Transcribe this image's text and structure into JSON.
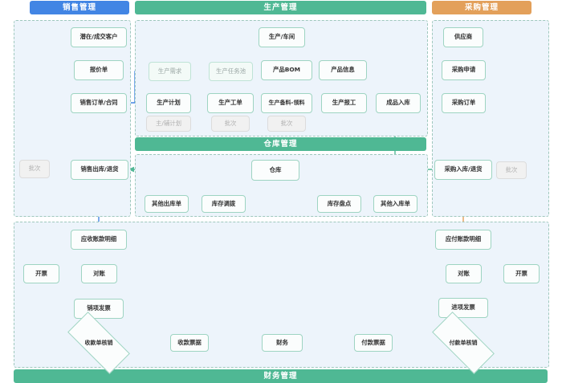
{
  "headers": {
    "sales": "销售管理",
    "production": "生产管理",
    "purchase": "采购管理",
    "warehouse": "仓库管理",
    "finance": "财务管理"
  },
  "sales": {
    "customer": "潜在/成交客户",
    "quotation": "报价单",
    "order": "销售订单/合同",
    "outbound": "销售出库/退货",
    "batch": "批次"
  },
  "production": {
    "workshop": "生产/车间",
    "bom": "产品BOM",
    "product_info": "产品信息",
    "demand": "生产需求",
    "task_pool": "生产任务池",
    "plan": "生产计划",
    "plan_sub": "主/辅计划",
    "work_order": "生产工单",
    "work_order_sub": "批次",
    "material": "生产备料-领料",
    "material_sub": "批次",
    "report": "生产报工",
    "finished": "成品入库"
  },
  "purchase": {
    "supplier": "供应商",
    "requisition": "采购申请",
    "order": "采购订单",
    "inbound": "采购入库/退货",
    "batch": "批次"
  },
  "warehouse": {
    "store": "仓库",
    "other_out": "其他出库单",
    "transfer": "库存调拨",
    "stocktake": "库存盘点",
    "other_in": "其他入库单"
  },
  "finance": {
    "receivable_detail": "应收账款明细",
    "recon_left": "对账",
    "invoice_left": "开票",
    "output_invoice": "销项发票",
    "receipt_writeoff": "收款单核销",
    "receipt_voucher": "收款票据",
    "center": "财务",
    "payment_voucher": "付款票据",
    "payable_detail": "应付账款明细",
    "recon_right": "对账",
    "invoice_right": "开票",
    "input_invoice": "进项发票",
    "payment_writeoff": "付款单核销"
  },
  "colors": {
    "sales_accent": "#4285e4",
    "production_accent": "#4fb894",
    "purchase_accent": "#e3a05a",
    "node_border": "#9ed4c2",
    "zone_border": "#9fc8bd",
    "zone_fill": "#edf4fb"
  }
}
